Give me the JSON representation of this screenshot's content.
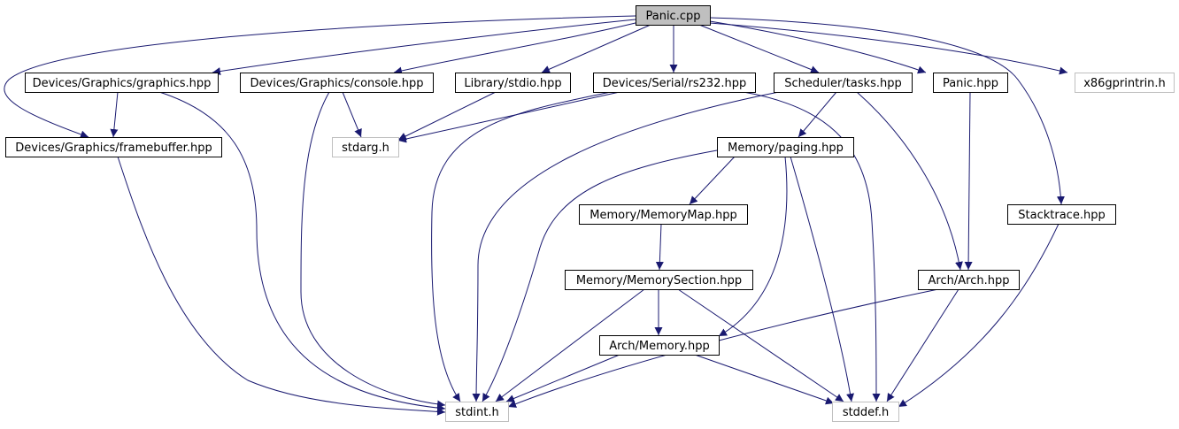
{
  "graph": {
    "colors": {
      "edge": "#191970",
      "focus_fill": "#bfbfbf",
      "node_border": "#000000",
      "system_border": "#bfbfbf",
      "background": "#ffffff"
    },
    "nodes": [
      {
        "id": "panic_cpp",
        "label": "Panic.cpp",
        "kind": "focus"
      },
      {
        "id": "graphics_hpp",
        "label": "Devices/Graphics/graphics.hpp",
        "kind": "file"
      },
      {
        "id": "console_hpp",
        "label": "Devices/Graphics/console.hpp",
        "kind": "file"
      },
      {
        "id": "stdio_hpp",
        "label": "Library/stdio.hpp",
        "kind": "file"
      },
      {
        "id": "rs232_hpp",
        "label": "Devices/Serial/rs232.hpp",
        "kind": "file"
      },
      {
        "id": "tasks_hpp",
        "label": "Scheduler/tasks.hpp",
        "kind": "file"
      },
      {
        "id": "panic_hpp",
        "label": "Panic.hpp",
        "kind": "file"
      },
      {
        "id": "x86gprintrin_h",
        "label": "x86gprintrin.h",
        "kind": "system"
      },
      {
        "id": "framebuffer_hpp",
        "label": "Devices/Graphics/framebuffer.hpp",
        "kind": "file"
      },
      {
        "id": "stdarg_h",
        "label": "stdarg.h",
        "kind": "system"
      },
      {
        "id": "paging_hpp",
        "label": "Memory/paging.hpp",
        "kind": "file"
      },
      {
        "id": "memorymap_hpp",
        "label": "Memory/MemoryMap.hpp",
        "kind": "file"
      },
      {
        "id": "stacktrace_hpp",
        "label": "Stacktrace.hpp",
        "kind": "file"
      },
      {
        "id": "memorysection_hpp",
        "label": "Memory/MemorySection.hpp",
        "kind": "file"
      },
      {
        "id": "arch_hpp",
        "label": "Arch/Arch.hpp",
        "kind": "file"
      },
      {
        "id": "memory_hpp",
        "label": "Arch/Memory.hpp",
        "kind": "file"
      },
      {
        "id": "stdint_h",
        "label": "stdint.h",
        "kind": "system"
      },
      {
        "id": "stddef_h",
        "label": "stddef.h",
        "kind": "system"
      }
    ],
    "edges": [
      {
        "from": "panic_cpp",
        "to": "graphics_hpp"
      },
      {
        "from": "panic_cpp",
        "to": "console_hpp"
      },
      {
        "from": "panic_cpp",
        "to": "stdio_hpp"
      },
      {
        "from": "panic_cpp",
        "to": "rs232_hpp"
      },
      {
        "from": "panic_cpp",
        "to": "tasks_hpp"
      },
      {
        "from": "panic_cpp",
        "to": "panic_hpp"
      },
      {
        "from": "panic_cpp",
        "to": "x86gprintrin_h"
      },
      {
        "from": "panic_cpp",
        "to": "framebuffer_hpp"
      },
      {
        "from": "panic_cpp",
        "to": "stacktrace_hpp"
      },
      {
        "from": "graphics_hpp",
        "to": "framebuffer_hpp"
      },
      {
        "from": "graphics_hpp",
        "to": "stdint_h"
      },
      {
        "from": "framebuffer_hpp",
        "to": "stdint_h"
      },
      {
        "from": "console_hpp",
        "to": "stdarg_h"
      },
      {
        "from": "console_hpp",
        "to": "stdint_h"
      },
      {
        "from": "stdio_hpp",
        "to": "stdarg_h"
      },
      {
        "from": "rs232_hpp",
        "to": "stdarg_h"
      },
      {
        "from": "rs232_hpp",
        "to": "stdint_h"
      },
      {
        "from": "rs232_hpp",
        "to": "stddef_h"
      },
      {
        "from": "tasks_hpp",
        "to": "paging_hpp"
      },
      {
        "from": "tasks_hpp",
        "to": "arch_hpp"
      },
      {
        "from": "tasks_hpp",
        "to": "stdint_h"
      },
      {
        "from": "paging_hpp",
        "to": "memorymap_hpp"
      },
      {
        "from": "paging_hpp",
        "to": "memory_hpp"
      },
      {
        "from": "paging_hpp",
        "to": "stdint_h"
      },
      {
        "from": "paging_hpp",
        "to": "stddef_h"
      },
      {
        "from": "memorymap_hpp",
        "to": "memorysection_hpp"
      },
      {
        "from": "memorysection_hpp",
        "to": "memory_hpp"
      },
      {
        "from": "memorysection_hpp",
        "to": "stdint_h"
      },
      {
        "from": "memorysection_hpp",
        "to": "stddef_h"
      },
      {
        "from": "memory_hpp",
        "to": "stdint_h"
      },
      {
        "from": "memory_hpp",
        "to": "stddef_h"
      },
      {
        "from": "panic_hpp",
        "to": "arch_hpp"
      },
      {
        "from": "arch_hpp",
        "to": "stdint_h"
      },
      {
        "from": "arch_hpp",
        "to": "stddef_h"
      },
      {
        "from": "stacktrace_hpp",
        "to": "stddef_h"
      }
    ]
  }
}
